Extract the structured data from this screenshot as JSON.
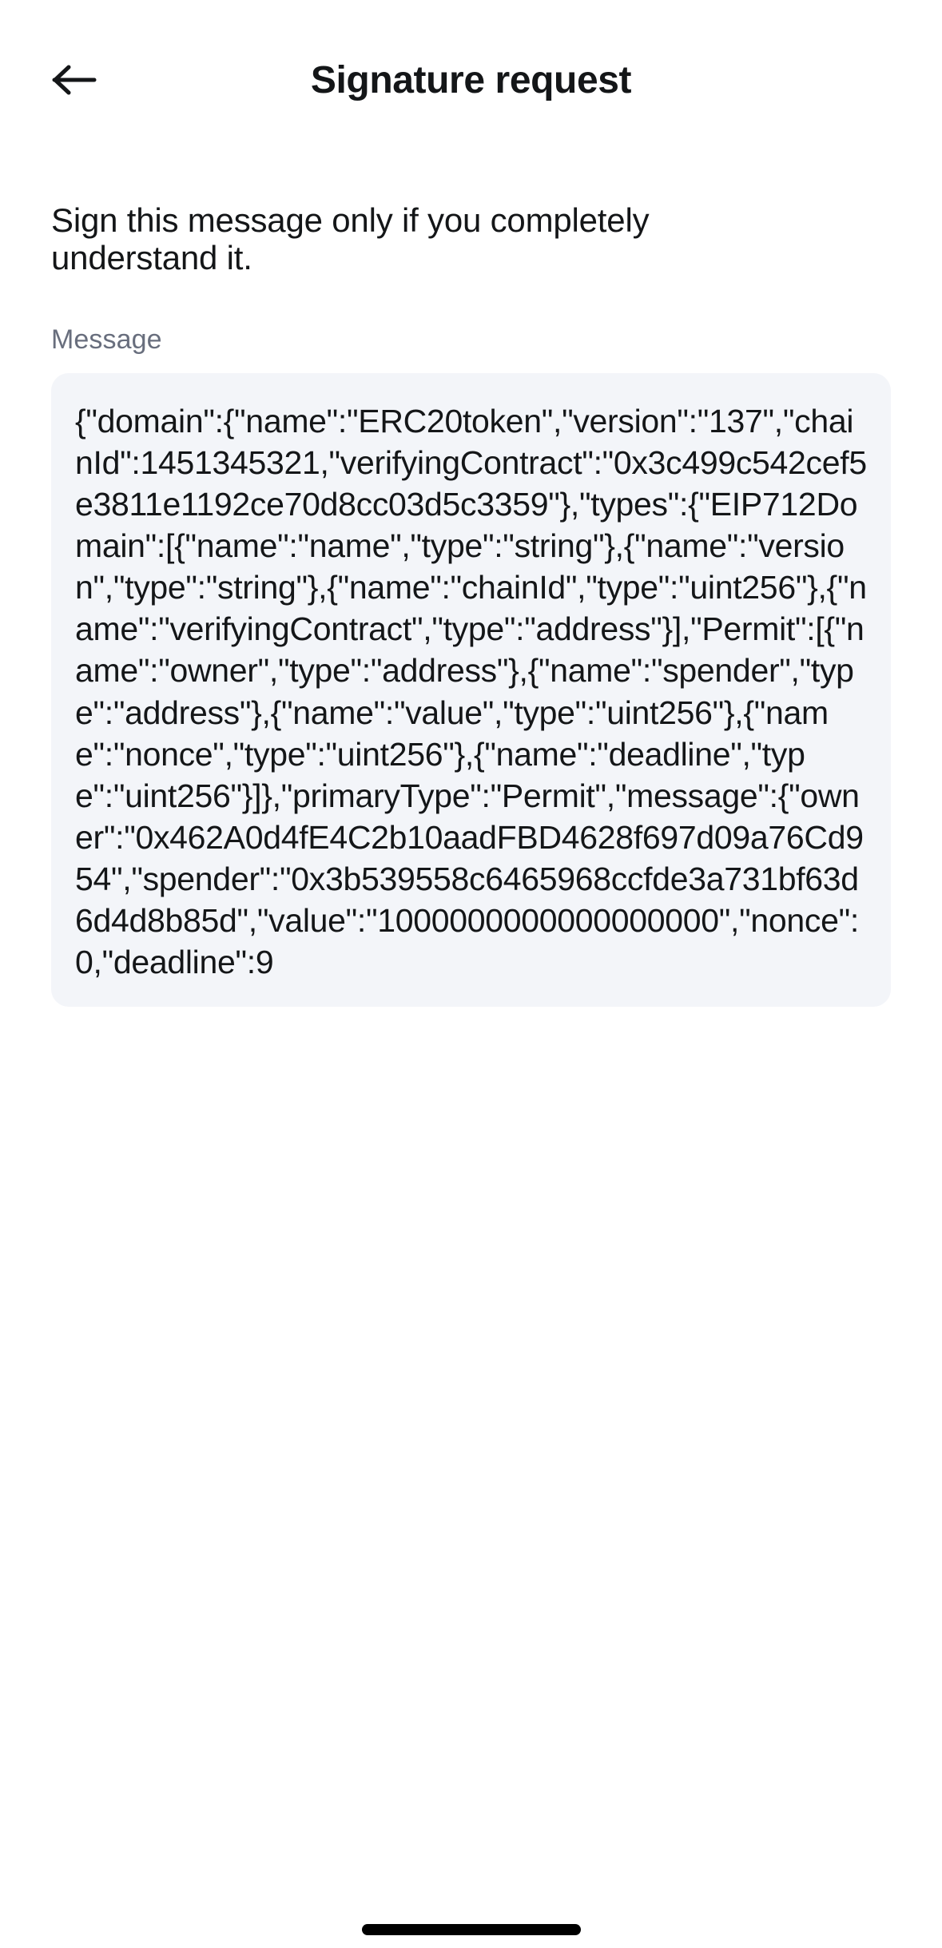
{
  "header": {
    "title": "Signature request",
    "back_icon": "arrow-left-icon"
  },
  "body": {
    "intro": "Sign this message only if you completely understand it.",
    "message_label": "Message"
  },
  "message": {
    "raw": "{\"domain\":{\"name\":\"ERC20token\",\"version\":\"137\",\"chainId\":1451345321,\"verifyingContract\":\"0x3c499c542cef5e3811e1192ce70d8cc03d5c3359\"},\"types\":{\"EIP712Domain\":[{\"name\":\"name\",\"type\":\"string\"},{\"name\":\"version\",\"type\":\"string\"},{\"name\":\"chainId\",\"type\":\"uint256\"},{\"name\":\"verifyingContract\",\"type\":\"address\"}],\"Permit\":[{\"name\":\"owner\",\"type\":\"address\"},{\"name\":\"spender\",\"type\":\"address\"},{\"name\":\"value\",\"type\":\"uint256\"},{\"name\":\"nonce\",\"type\":\"uint256\"},{\"name\":\"deadline\",\"type\":\"uint256\"}]},\"primaryType\":\"Permit\",\"message\":{\"owner\":\"0x462A0d4fE4C2b10aadFBD4628f697d09a76Cd954\",\"spender\":\"0x3b539558c6465968ccfde3a731bf63d6d4d8b85d\",\"value\":\"1000000000000000000\",\"nonce\":0,\"deadline\":9",
    "fields": {
      "domain": {
        "name": "ERC20token",
        "version": "137",
        "chainId": 1451345321,
        "verifyingContract": "0x3c499c542cef5e3811e1192ce70d8cc03d5c3359"
      },
      "primaryType": "Permit",
      "message": {
        "owner": "0x462A0d4fE4C2b10aadFBD4628f697d09a76Cd954",
        "spender": "0x3b539558c6465968ccfde3a731bf63d6d4d8b85d",
        "value": "1000000000000000000",
        "nonce": 0,
        "deadline": "9"
      }
    }
  },
  "system": {
    "home_indicator": "home-indicator"
  },
  "colors": {
    "text_primary": "#141618",
    "text_secondary": "#686e7d",
    "card_background": "#f3f5f9",
    "page_background": "#ffffff"
  }
}
